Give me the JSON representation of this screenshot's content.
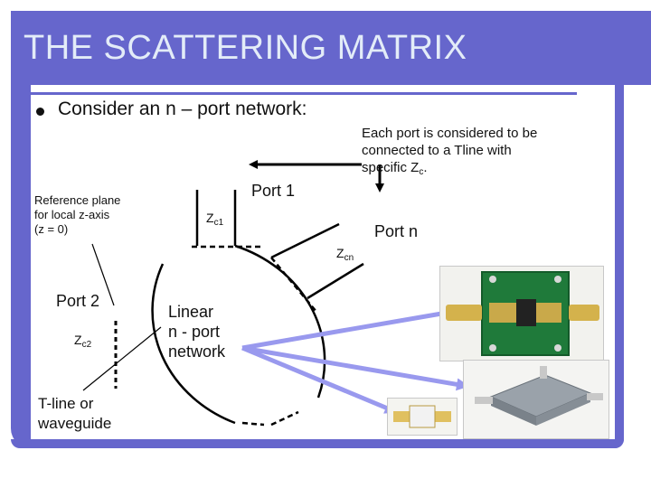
{
  "slide": {
    "title": "THE SCATTERING MATRIX",
    "bullet": "Consider an n – port network:"
  },
  "diagram": {
    "note_lines": [
      "Each port is considered to be",
      "connected to a Tline with",
      "specific Z"
    ],
    "note_sub": "c",
    "note_end": ".",
    "reference_plane_lines": [
      "Reference plane",
      "for local z-axis",
      "(z = 0)"
    ],
    "port1": "Port 1",
    "port2": "Port 2",
    "portn": "Port n",
    "zc1_base": "Z",
    "zc1_sub": "c1",
    "zc2_base": "Z",
    "zc2_sub": "c2",
    "zcn_base": "Z",
    "zcn_sub": "cn",
    "network_lines": [
      "Linear",
      "n - port",
      "network"
    ],
    "tline_lines": [
      "T-line or",
      "waveguide"
    ]
  },
  "colors": {
    "frame": "#6666cc",
    "title_text": "#e3ecf8",
    "pointer": "#9999ee"
  },
  "images": {
    "pcb": "amplifier-circuit-board-photo",
    "chip": "packaged-transistor-photo",
    "coupler": "coaxial-coupler-photo"
  }
}
